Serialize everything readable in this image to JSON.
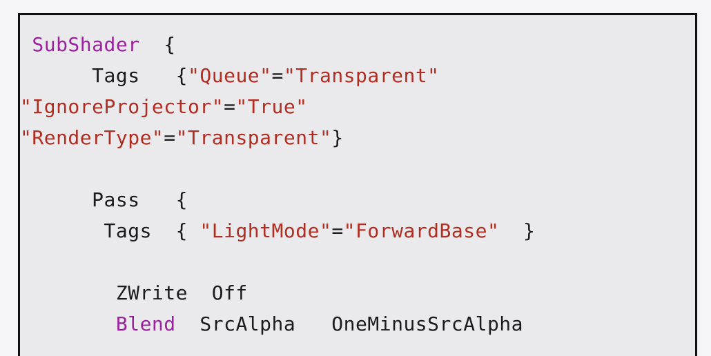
{
  "page": {
    "background_color": "#f5f5f8"
  },
  "code_block": {
    "language": "shaderlab",
    "background_color": "#eaeaec",
    "border_color": "#111111",
    "text_color": "#1b1b1b",
    "token_colors": {
      "plain": "#1b1b1b",
      "keyword": "#9c219e",
      "string": "#b12d21"
    },
    "lines": [
      [
        {
          "text": " ",
          "type": "plain"
        },
        {
          "text": "SubShader",
          "type": "keyword"
        },
        {
          "text": "  {",
          "type": "plain"
        }
      ],
      [
        {
          "text": "      Tags   {",
          "type": "plain"
        },
        {
          "text": "\"Queue\"",
          "type": "string"
        },
        {
          "text": "=",
          "type": "plain"
        },
        {
          "text": "\"Transparent\"",
          "type": "string"
        }
      ],
      [
        {
          "text": "\"IgnoreProjector\"",
          "type": "string"
        },
        {
          "text": "=",
          "type": "plain"
        },
        {
          "text": "\"True\"",
          "type": "string"
        }
      ],
      [
        {
          "text": "\"RenderType\"",
          "type": "string"
        },
        {
          "text": "=",
          "type": "plain"
        },
        {
          "text": "\"Transparent\"",
          "type": "string"
        },
        {
          "text": "}",
          "type": "plain"
        }
      ],
      [],
      [
        {
          "text": "      Pass   {",
          "type": "plain"
        }
      ],
      [
        {
          "text": "       Tags  { ",
          "type": "plain"
        },
        {
          "text": "\"LightMode\"",
          "type": "string"
        },
        {
          "text": "=",
          "type": "plain"
        },
        {
          "text": "\"ForwardBase\"",
          "type": "string"
        },
        {
          "text": "  }",
          "type": "plain"
        }
      ],
      [],
      [
        {
          "text": "        ZWrite  Off",
          "type": "plain"
        }
      ],
      [
        {
          "text": "        ",
          "type": "plain"
        },
        {
          "text": "Blend",
          "type": "keyword"
        },
        {
          "text": "  SrcAlpha   OneMinusSrcAlpha",
          "type": "plain"
        }
      ]
    ]
  }
}
